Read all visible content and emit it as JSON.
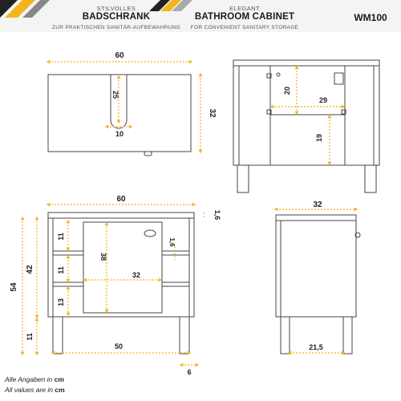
{
  "header": {
    "de_tag": "STILVOLLES",
    "de_title": "BADSCHRANK",
    "de_sub": "ZUR PRAKTISCHEN SANITÄR-AUFBEWAHRUNG",
    "en_tag": "ELEGANT",
    "en_title": "BATHROOM CABINET",
    "en_sub": "FOR CONVENIENT SANITARY STORAGE",
    "model": "WM100"
  },
  "colors": {
    "accent": "#f2b51d",
    "dark": "#222222",
    "line": "#444444"
  },
  "dims": {
    "top_width": "60",
    "top_depth": "32",
    "cutout_height": "25",
    "cutout_width": "10",
    "back_panel_height": "20",
    "back_panel_width": "29",
    "back_lower_height": "19",
    "front_width": "60",
    "top_thickness": "1,6",
    "total_height": "54",
    "body_height": "42",
    "leg_height": "11",
    "shelf_13": "13",
    "shelf_11a": "11",
    "shelf_11b": "11",
    "door_height": "38",
    "inner_width": "32",
    "shelf_thickness": "1,6",
    "leg_spacing": "50",
    "leg_width": "6",
    "side_depth": "32",
    "leg_spacing_side": "21,5"
  },
  "footer": {
    "note_de_prefix": "Alle Angaben in",
    "note_de_unit": "cm",
    "note_en_prefix": "All values are in",
    "note_en_unit": "cm"
  }
}
